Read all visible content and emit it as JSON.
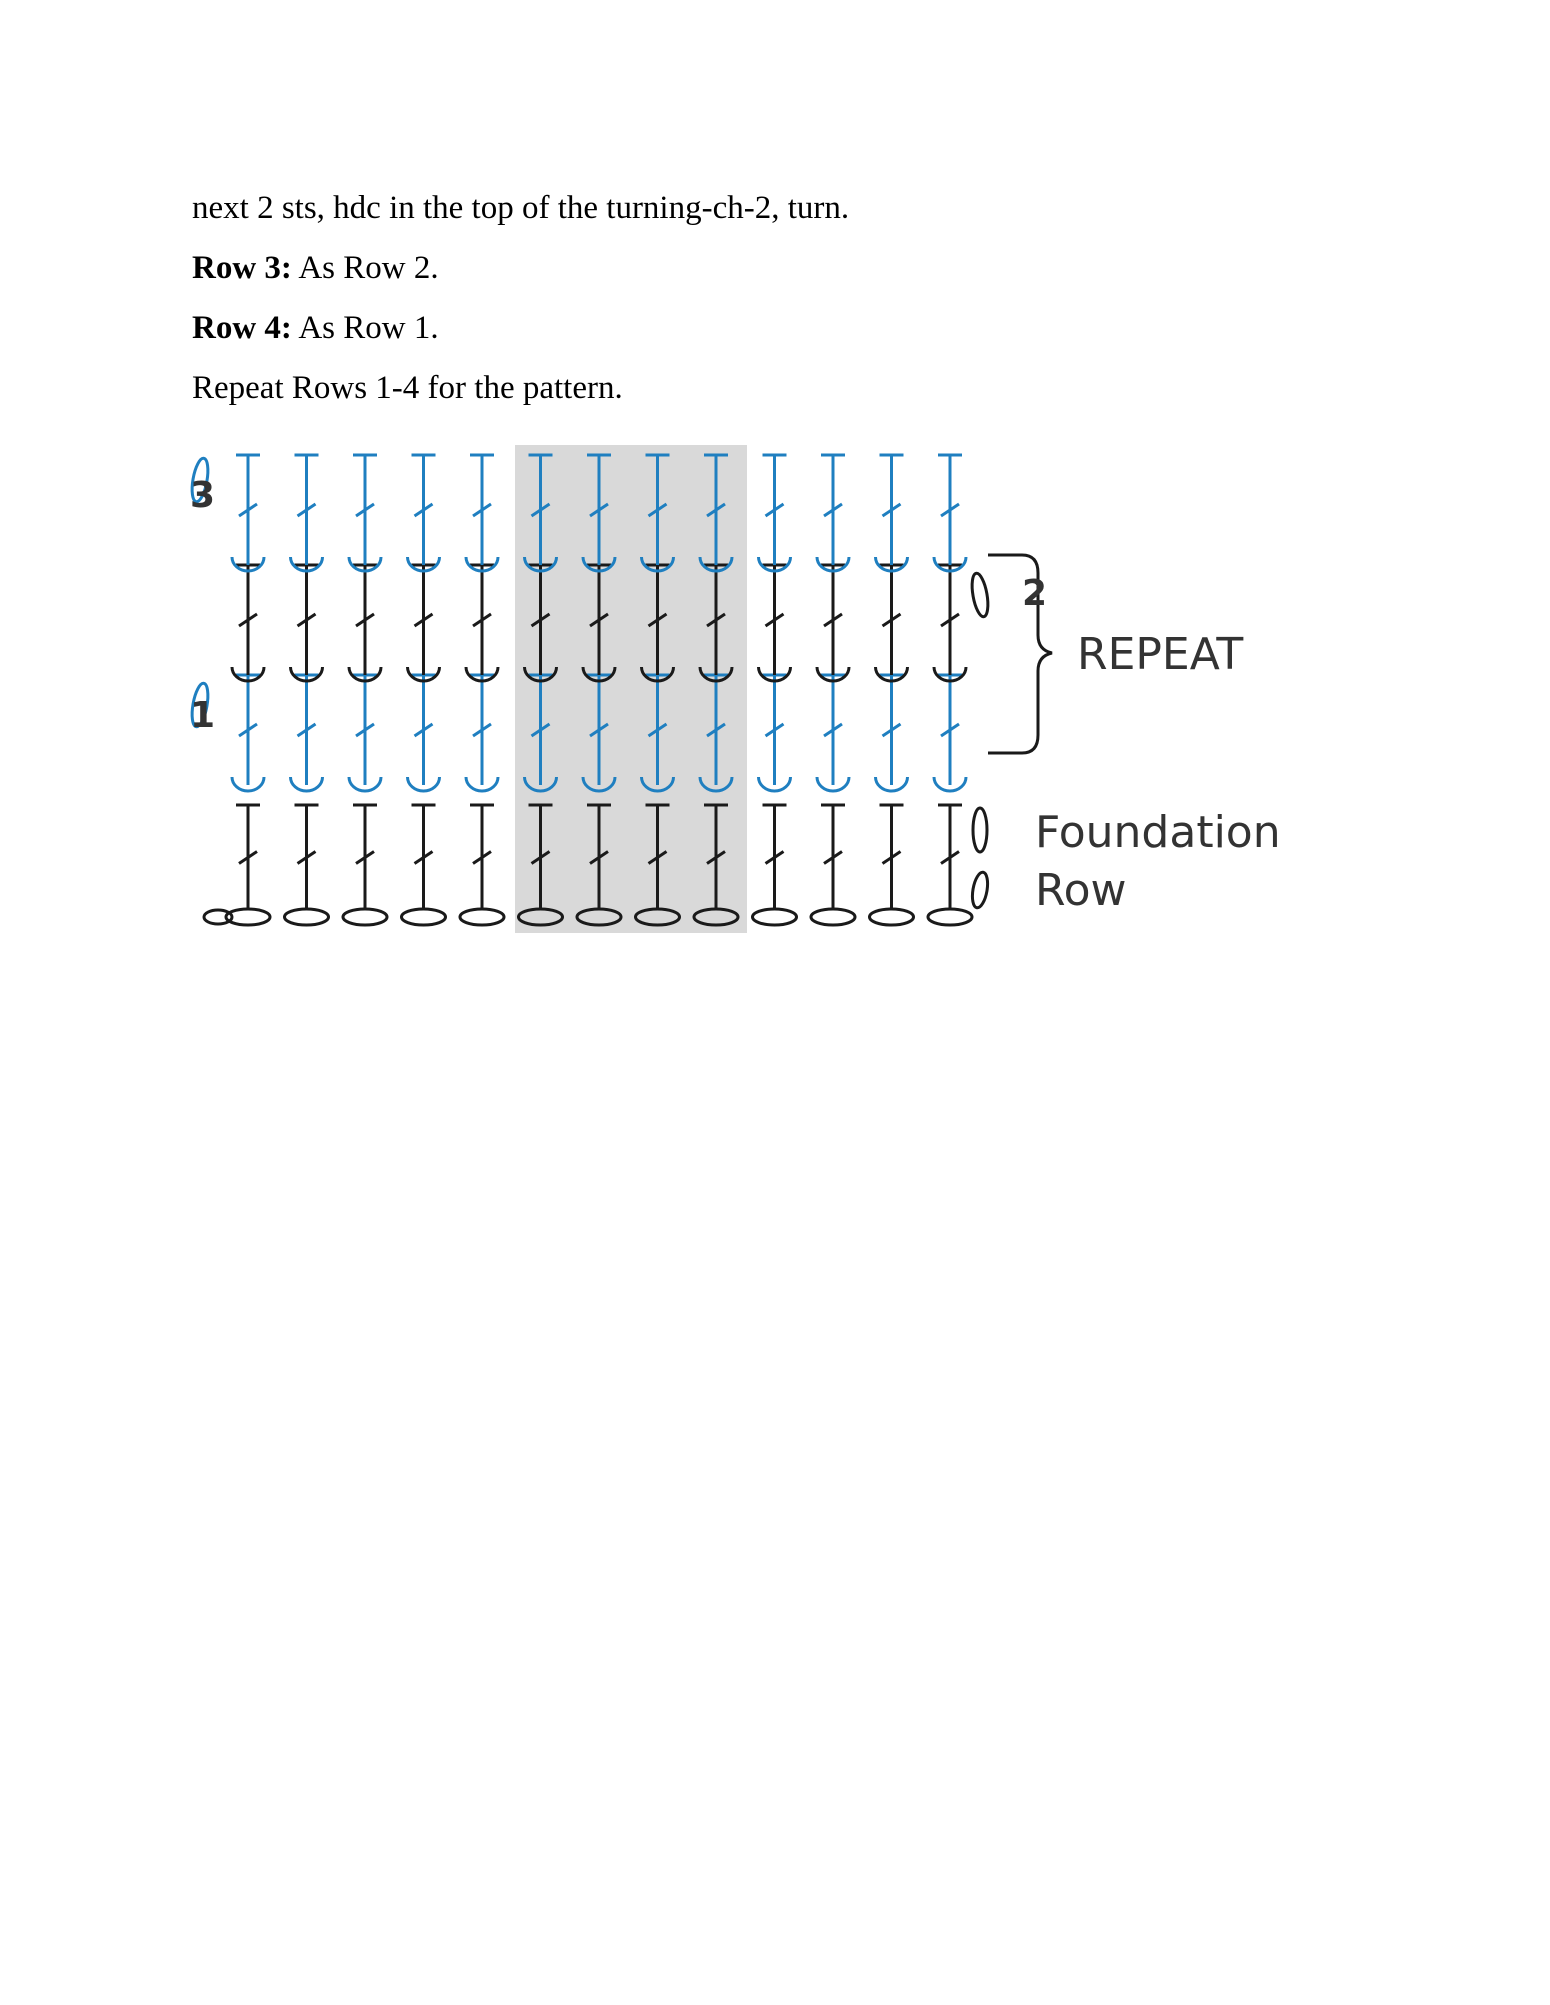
{
  "lines": [
    {
      "bold": "",
      "text": "next 2 sts, hdc in the top of the turning-ch-2, turn."
    },
    {
      "bold": "Row 3:",
      "text": " As Row 2."
    },
    {
      "bold": "Row 4:",
      "text": " As Row 1."
    },
    {
      "bold": "",
      "text": "Repeat Rows 1-4 for the pattern."
    }
  ],
  "diagram": {
    "row_labels": {
      "row3": "3",
      "row2": "2",
      "row1": "1"
    },
    "repeat_label": "REPEAT",
    "foundation_label_line1": "Foundation",
    "foundation_label_line2": "Row",
    "colors": {
      "blue": "#1f7fc0",
      "black": "#1a1a1a",
      "shade": "#d9d9d9",
      "label": "#333333"
    },
    "stitch_count": 13,
    "shaded_columns": 4
  }
}
